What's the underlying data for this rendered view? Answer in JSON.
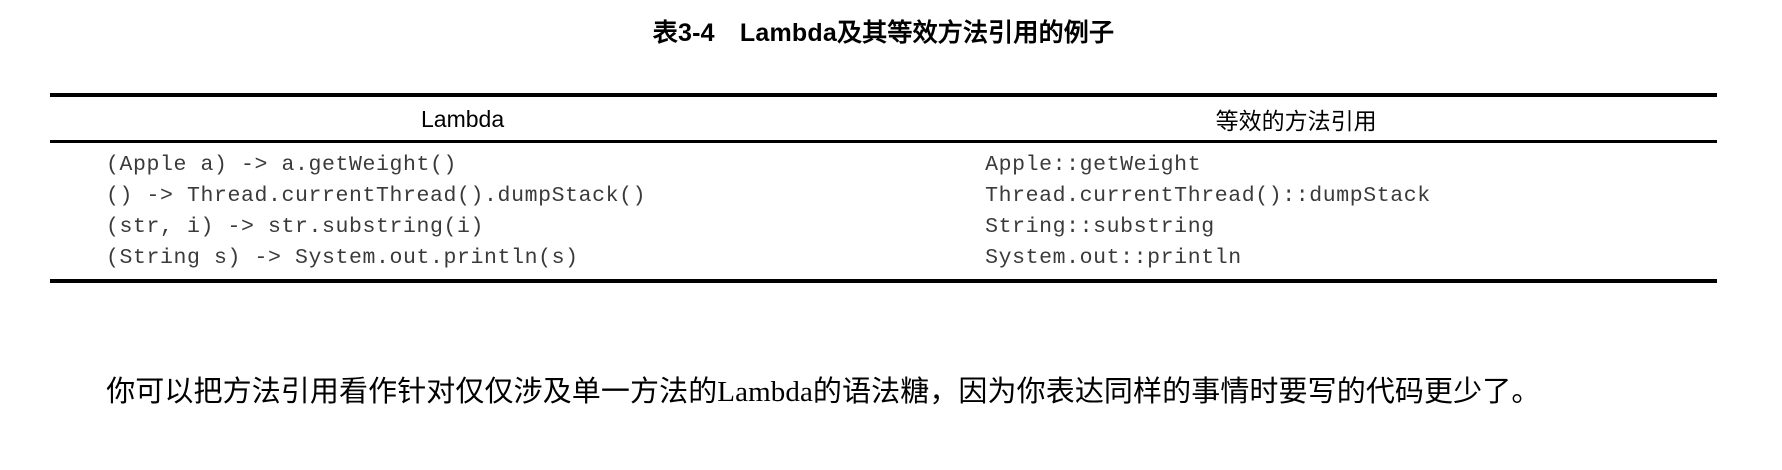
{
  "caption": {
    "text": "表3-4　Lambda及其等效方法引用的例子"
  },
  "table": {
    "headers": {
      "lambda": "Lambda",
      "method_reference": "等效的方法引用"
    },
    "rows": [
      {
        "lambda": "(Apple a) -> a.getWeight()",
        "method_reference": "Apple::getWeight"
      },
      {
        "lambda": "() -> Thread.currentThread().dumpStack()",
        "method_reference": "Thread.currentThread()::dumpStack"
      },
      {
        "lambda": "(str, i) -> str.substring(i)",
        "method_reference": "String::substring"
      },
      {
        "lambda": "(String s) -> System.out.println(s)",
        "method_reference": "System.out::println"
      }
    ]
  },
  "paragraph": {
    "text": "　　你可以把方法引用看作针对仅仅涉及单一方法的Lambda的语法糖，因为你表达同样的事情时要写的代码更少了。"
  },
  "colors": {
    "text": "#000000",
    "code_text": "#3a3a3a",
    "rule": "#000000",
    "background": "#ffffff"
  }
}
